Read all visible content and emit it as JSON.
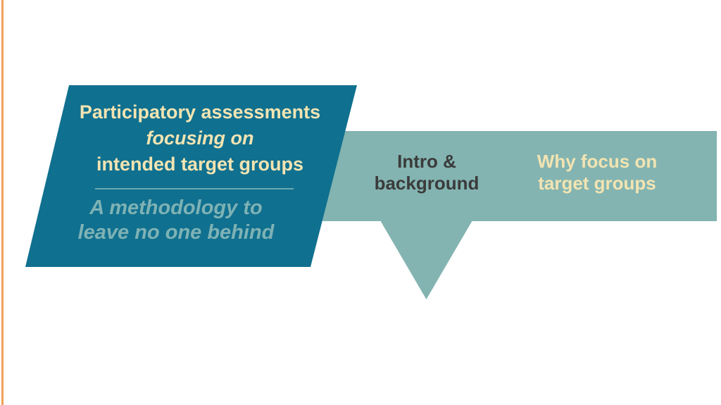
{
  "colors": {
    "title_card_bg": "#10708F",
    "nav_banner_bg": "#83B4B1",
    "title_text": "#F2E4B2",
    "subtitle_text": "#7EB2B5",
    "active_nav_text": "#3B3B3B",
    "inactive_nav_text": "#F2E4B2",
    "accent_bar": "#F2A158",
    "background": "#FFFFFF"
  },
  "title_card": {
    "line1": "Participatory assessments",
    "line2": "focusing on",
    "line3": "intended target groups",
    "subtitle_line1": "A methodology to",
    "subtitle_line2": "leave no one behind"
  },
  "nav_banner": {
    "items": [
      {
        "line1": "Intro &",
        "line2": "background",
        "active": true
      },
      {
        "line1": "Why focus on",
        "line2": "target groups",
        "active": false
      }
    ]
  }
}
